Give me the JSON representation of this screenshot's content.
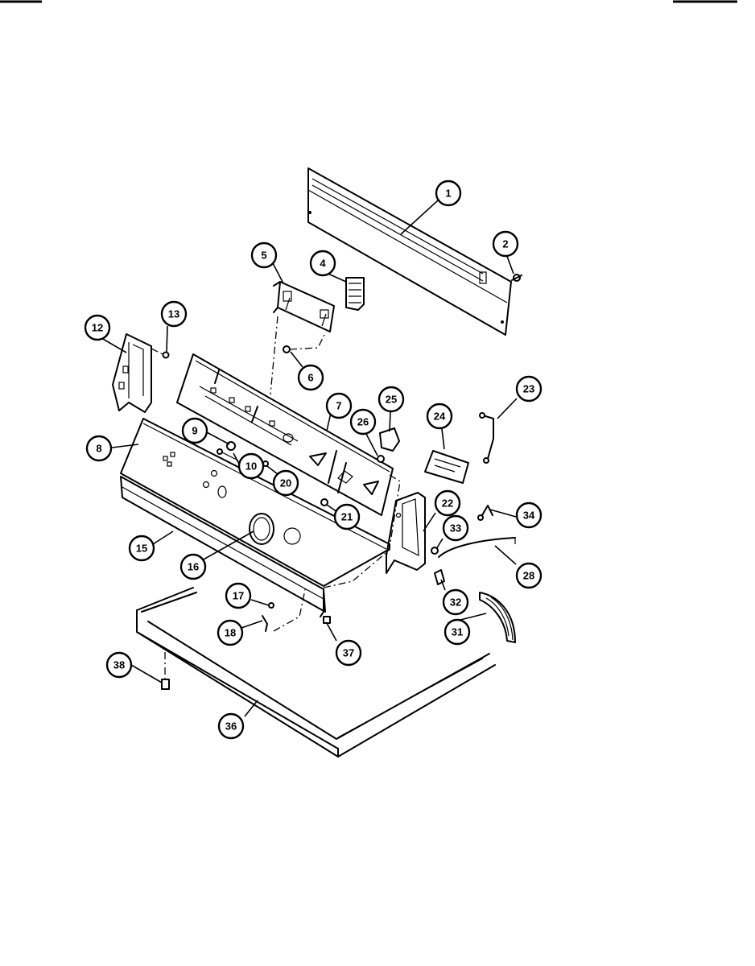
{
  "diagram": {
    "callouts": [
      {
        "id": "c1",
        "label": "1"
      },
      {
        "id": "c2",
        "label": "2"
      },
      {
        "id": "c4",
        "label": "4"
      },
      {
        "id": "c5",
        "label": "5"
      },
      {
        "id": "c6",
        "label": "6"
      },
      {
        "id": "c7",
        "label": "7"
      },
      {
        "id": "c8",
        "label": "8"
      },
      {
        "id": "c9",
        "label": "9"
      },
      {
        "id": "c10",
        "label": "10"
      },
      {
        "id": "c12",
        "label": "12"
      },
      {
        "id": "c13",
        "label": "13"
      },
      {
        "id": "c15",
        "label": "15"
      },
      {
        "id": "c16",
        "label": "16"
      },
      {
        "id": "c17",
        "label": "17"
      },
      {
        "id": "c18",
        "label": "18"
      },
      {
        "id": "c20",
        "label": "20"
      },
      {
        "id": "c21",
        "label": "21"
      },
      {
        "id": "c22",
        "label": "22"
      },
      {
        "id": "c23",
        "label": "23"
      },
      {
        "id": "c24",
        "label": "24"
      },
      {
        "id": "c25",
        "label": "25"
      },
      {
        "id": "c26",
        "label": "26"
      },
      {
        "id": "c28",
        "label": "28"
      },
      {
        "id": "c31",
        "label": "31"
      },
      {
        "id": "c32",
        "label": "32"
      },
      {
        "id": "c33",
        "label": "33"
      },
      {
        "id": "c34",
        "label": "34"
      },
      {
        "id": "c36",
        "label": "36"
      },
      {
        "id": "c37",
        "label": "37"
      },
      {
        "id": "c38",
        "label": "38"
      }
    ]
  }
}
